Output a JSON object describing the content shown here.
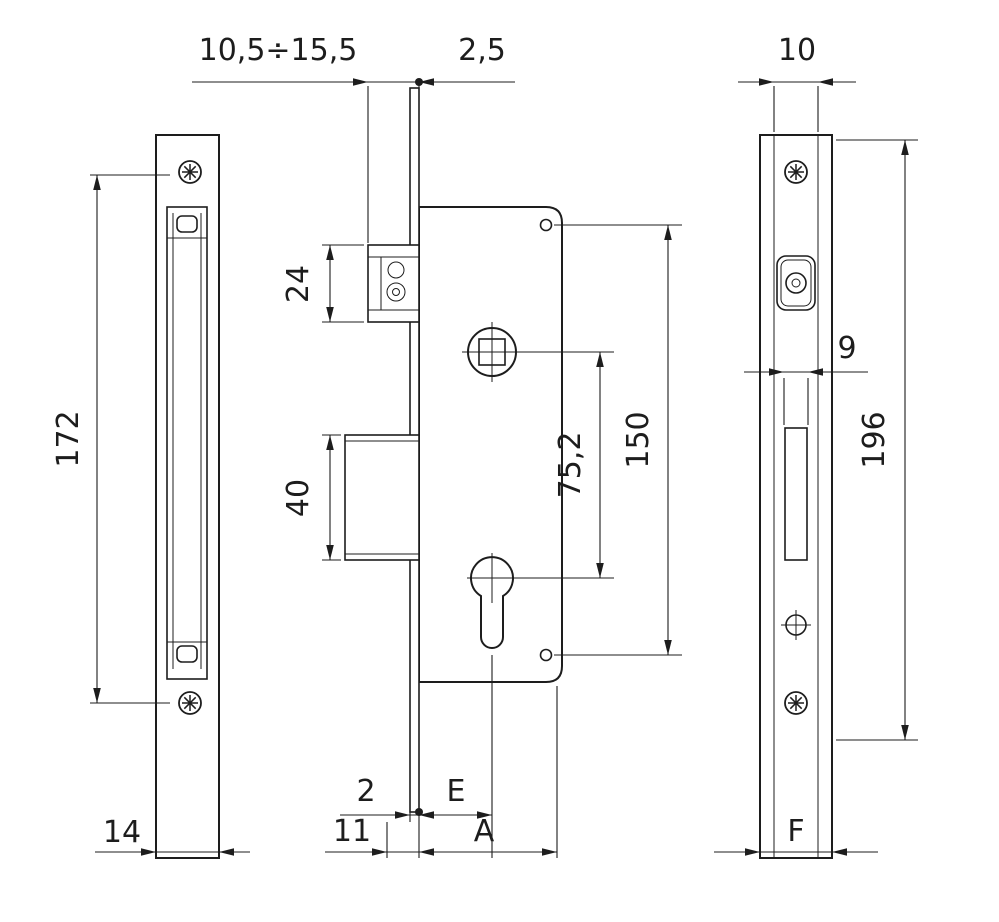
{
  "drawing": {
    "ink": "#1d1d1d",
    "background": "#ffffff",
    "dims": {
      "left_hole_spacing": "172",
      "left_width": "14",
      "projection_range": "10,5÷15,5",
      "plate_thickness": "2,5",
      "follower_height": "24",
      "block_height": "40",
      "hole_spacing": "150",
      "axis_distance": "75,2",
      "offset_2": "2",
      "backset_e": "E",
      "offset_11": "11",
      "depth_a": "A",
      "right_top_width": "10",
      "slot_width": "9",
      "right_length": "196",
      "right_width_f": "F"
    }
  }
}
